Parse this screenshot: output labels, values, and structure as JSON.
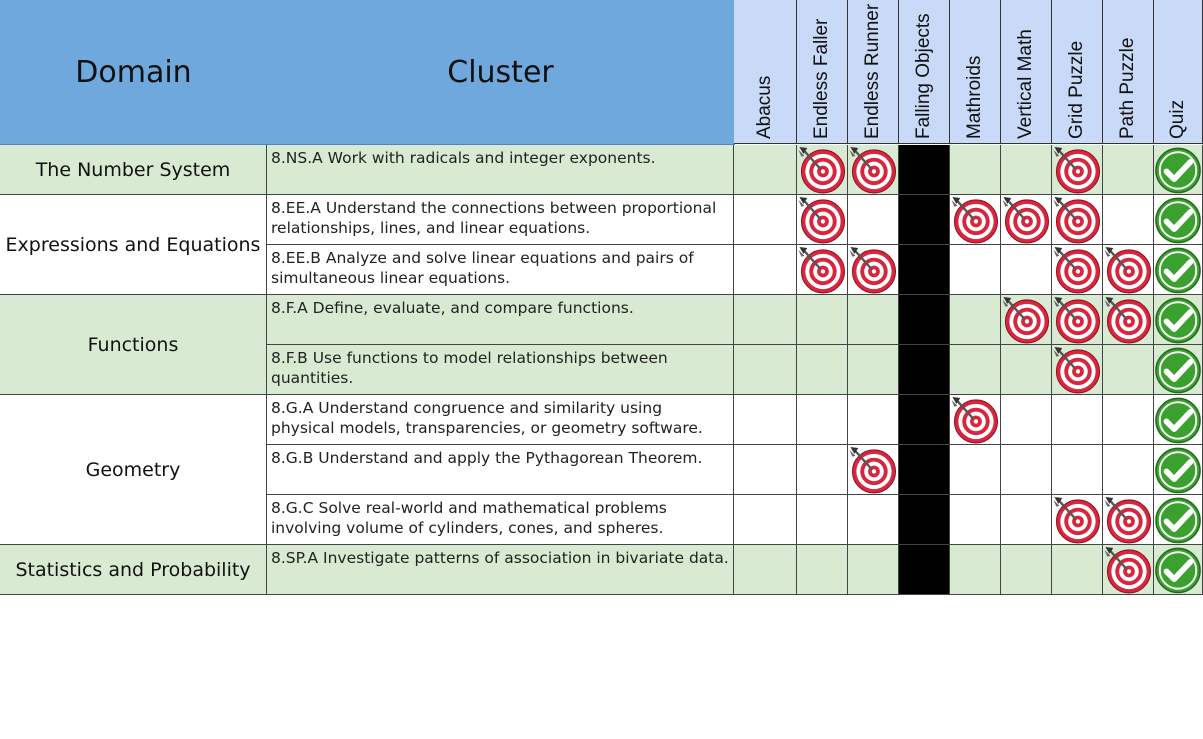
{
  "header": {
    "domain_label": "Domain",
    "cluster_label": "Cluster"
  },
  "games": [
    "Abacus",
    "Endless Faller",
    "Endless Runner",
    "Falling Objects",
    "Mathroids",
    "Vertical Math",
    "Grid Puzzle",
    "Path Puzzle",
    "Quiz"
  ],
  "domains": [
    {
      "name": "The Number System",
      "rows": [
        0,
        0
      ],
      "color": "green"
    },
    {
      "name": "Expressions and Equations",
      "rows": [
        1,
        2
      ],
      "color": "white"
    },
    {
      "name": "Functions",
      "rows": [
        3,
        4
      ],
      "color": "green"
    },
    {
      "name": "Geometry",
      "rows": [
        5,
        7
      ],
      "color": "white"
    },
    {
      "name": "Statistics and Probability",
      "rows": [
        8,
        8
      ],
      "color": "green"
    }
  ],
  "rows": [
    {
      "cluster": "8.NS.A  Work with radicals and integer exponents.",
      "marks": [
        "",
        "target",
        "target",
        "",
        "",
        "",
        "target",
        "",
        "check"
      ]
    },
    {
      "cluster": "8.EE.A  Understand the connections between proportional relationships, lines, and linear equations.",
      "marks": [
        "",
        "target",
        "",
        "",
        "target",
        "target",
        "target",
        "",
        "check"
      ]
    },
    {
      "cluster": "8.EE.B  Analyze and solve linear equations and pairs of simultaneous linear equations.",
      "marks": [
        "",
        "target",
        "target",
        "",
        "",
        "",
        "target",
        "target",
        "check"
      ]
    },
    {
      "cluster": "8.F.A   Define, evaluate, and compare functions.",
      "marks": [
        "",
        "",
        "",
        "",
        "",
        "target",
        "target",
        "target",
        "check"
      ]
    },
    {
      "cluster": "8.F.B  Use functions to model relationships between quantities.",
      "marks": [
        "",
        "",
        "",
        "",
        "",
        "",
        "target",
        "",
        "check"
      ]
    },
    {
      "cluster": "8.G.A  Understand congruence and similarity using physical models, transparencies, or geometry software.",
      "marks": [
        "",
        "",
        "",
        "",
        "target",
        "",
        "",
        "",
        "check"
      ]
    },
    {
      "cluster": "8.G.B  Understand and apply the Pythagorean Theorem.",
      "marks": [
        "",
        "",
        "target",
        "",
        "",
        "",
        "",
        "",
        "check"
      ]
    },
    {
      "cluster": "8.G.C   Solve real-world and mathematical problems involving volume of cylinders, cones, and spheres.",
      "marks": [
        "",
        "",
        "",
        "",
        "",
        "",
        "target",
        "target",
        "check"
      ]
    },
    {
      "cluster": "8.SP.A  Investigate patterns of association in bivariate data.",
      "marks": [
        "",
        "",
        "",
        "",
        "",
        "",
        "",
        "target",
        "check"
      ]
    }
  ],
  "disabled_column": "Falling Objects",
  "colors": {
    "header_main": "#6fa8dc",
    "header_game": "#c9daf8",
    "row_green": "#d9ead3",
    "target_red": "#d7263d",
    "check_green": "#3aa12f"
  },
  "icons": {
    "target": "target-icon",
    "check": "checkmark-icon"
  }
}
